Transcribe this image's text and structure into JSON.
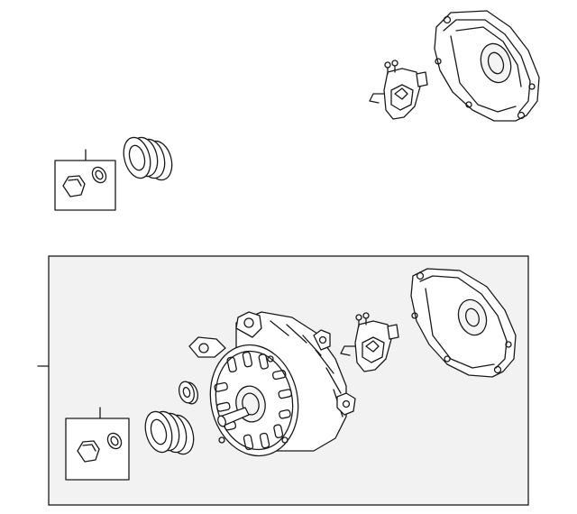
{
  "colors": {
    "background": "#ffffff",
    "line": "#1a1a1a",
    "assembly_box_fill": "#f2f2f2",
    "part_fill": "#ffffff"
  },
  "parts": [
    {
      "id": "rear-housing-top",
      "icon": "alternator-rear-housing-icon"
    },
    {
      "id": "regulator-top",
      "icon": "voltage-regulator-icon"
    },
    {
      "id": "pulley-top",
      "icon": "pulley-icon"
    },
    {
      "id": "nut-washer-kit-top",
      "icon": "nut-washer-icon"
    },
    {
      "id": "alternator-assembly",
      "icon": "alternator-icon"
    },
    {
      "id": "rear-housing-bottom",
      "icon": "alternator-rear-housing-icon"
    },
    {
      "id": "regulator-bottom",
      "icon": "voltage-regulator-icon"
    },
    {
      "id": "pulley-bottom",
      "icon": "pulley-icon"
    },
    {
      "id": "spacer-washer",
      "icon": "washer-icon"
    },
    {
      "id": "nut-washer-kit-bottom",
      "icon": "nut-washer-icon"
    }
  ]
}
